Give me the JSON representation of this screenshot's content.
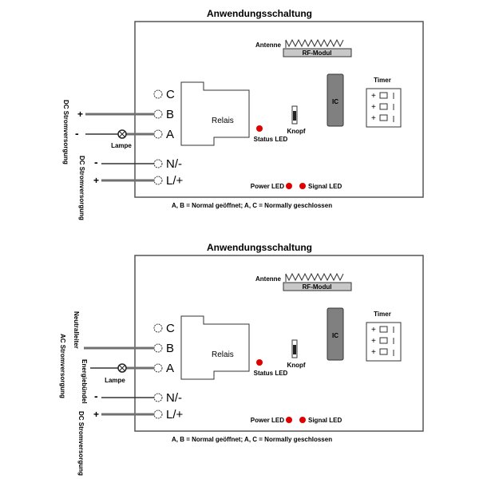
{
  "diagrams": [
    {
      "title": "Anwendungsschaltung",
      "antenna_label": "Antenne",
      "rf_module_label": "RF-Modul",
      "ic_label": "IC",
      "relay_label": "Relais",
      "button_label": "Knopf",
      "status_led_label": "Status LED",
      "power_led_label": "Power LED",
      "signal_led_label": "Signal LED",
      "timer_label": "Timer",
      "terminals": [
        "C",
        "B",
        "A",
        "N/-",
        "L/+"
      ],
      "lamp_label": "Lampe",
      "supply1_label": "DC Stromversorgung",
      "supply1_plus": "+",
      "supply1_minus": "-",
      "supply2_label": "DC Stromversorgung",
      "supply2_plus": "+",
      "supply2_minus": "-",
      "note": "A, B = Normal geöffnet; A, C = Normally geschlossen"
    },
    {
      "title": "Anwendungsschaltung",
      "antenna_label": "Antenne",
      "rf_module_label": "RF-Modul",
      "ic_label": "IC",
      "relay_label": "Relais",
      "button_label": "Knopf",
      "status_led_label": "Status LED",
      "power_led_label": "Power LED",
      "signal_led_label": "Signal LED",
      "timer_label": "Timer",
      "terminals": [
        "C",
        "B",
        "A",
        "N/-",
        "L/+"
      ],
      "lamp_label": "Lampe",
      "ac_label": "AC Stromversorgung",
      "neutral_label": "Neutralleiter",
      "live_label": "Energiebündel",
      "supply2_label": "DC Stromversorgung",
      "supply2_plus": "+",
      "supply2_minus": "-",
      "note": "A, B = Normal geöffnet; A, C = Normally geschlossen"
    }
  ],
  "colors": {
    "led": "#e00000",
    "ic": "#808080",
    "rf": "#c8c8c8",
    "wire": "#707070"
  },
  "timer_plus": "+"
}
